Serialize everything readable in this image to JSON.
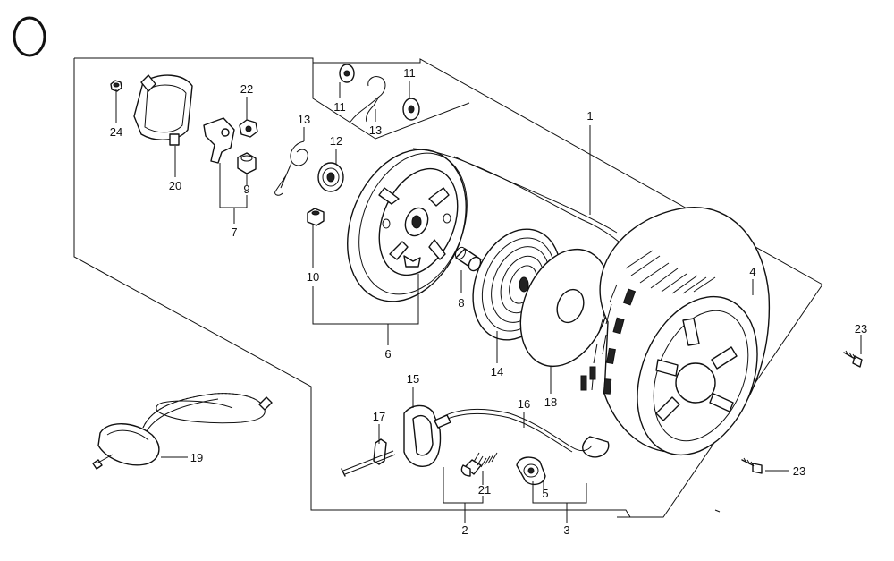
{
  "section_mark": "O",
  "labels": {
    "p1": "1",
    "p2": "2",
    "p3": "3",
    "p4": "4",
    "p5": "5",
    "p6": "6",
    "p7": "7",
    "p8": "8",
    "p9": "9",
    "p10": "10",
    "p11a": "11",
    "p11b": "11",
    "p12": "12",
    "p13a": "13",
    "p13b": "13",
    "p14": "14",
    "p15": "15",
    "p16": "16",
    "p17": "17",
    "p18": "18",
    "p19": "19",
    "p20": "20",
    "p21": "21",
    "p22": "22",
    "p23a": "23",
    "p23b": "23",
    "p24": "24"
  }
}
